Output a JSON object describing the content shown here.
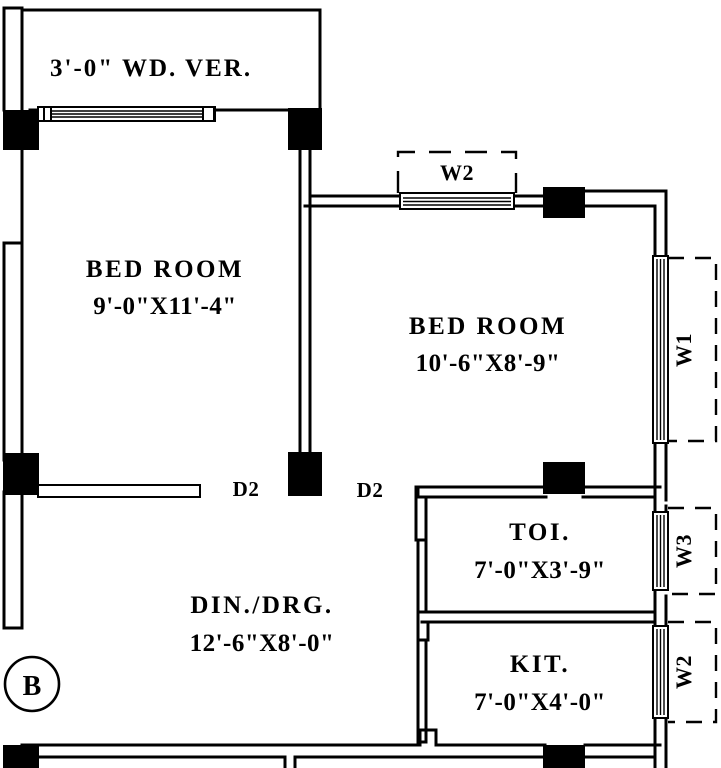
{
  "drawing": {
    "type": "architectural-floor-plan",
    "background_color": "#ffffff",
    "ink_color": "#000000"
  },
  "rooms": [
    {
      "id": "verandah",
      "name": "3'-0\" WD. VER.",
      "dimensions": ""
    },
    {
      "id": "bed-room-1",
      "name": "BED ROOM",
      "dimensions": "9'-0\"X11'-4\""
    },
    {
      "id": "bed-room-2",
      "name": "BED ROOM",
      "dimensions": "10'-6\"X8'-9\""
    },
    {
      "id": "toilet",
      "name": "TOI.",
      "dimensions": "7'-0\"X3'-9\""
    },
    {
      "id": "kitchen",
      "name": "KIT.",
      "dimensions": "7'-0\"X4'-0\""
    },
    {
      "id": "dining-drawing",
      "name": "DIN./DRG.",
      "dimensions": "12'-6\"X8'-0\""
    }
  ],
  "doors": [
    {
      "id": "door-left",
      "label": "D2"
    },
    {
      "id": "door-right",
      "label": "D2"
    }
  ],
  "windows": [
    {
      "id": "window-top-bed2",
      "label": "W2",
      "orientation": "horizontal"
    },
    {
      "id": "window-east-bed2",
      "label": "W1",
      "orientation": "vertical"
    },
    {
      "id": "window-east-toilet",
      "label": "W3",
      "orientation": "vertical"
    },
    {
      "id": "window-east-kitchen",
      "label": "W2",
      "orientation": "vertical"
    }
  ],
  "grid_markers": [
    {
      "id": "grid-b",
      "label": "B"
    }
  ]
}
